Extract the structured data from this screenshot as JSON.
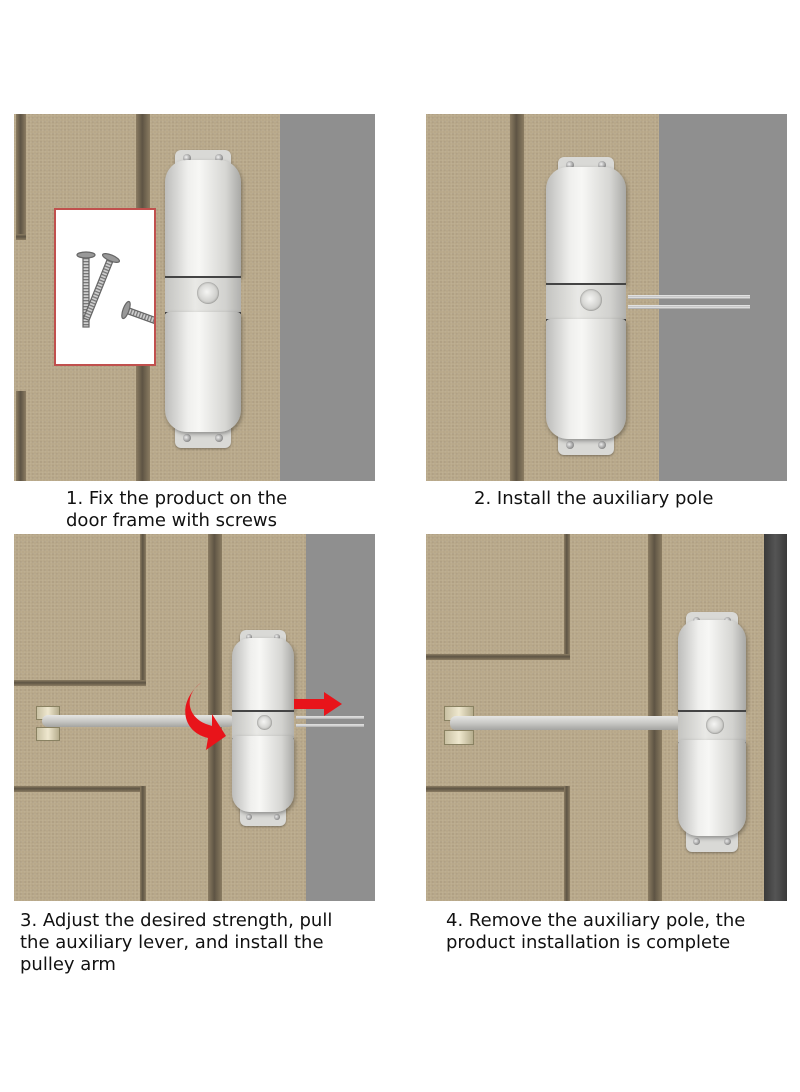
{
  "steps": [
    {
      "number": 1,
      "caption_line1": "1. Fix the product on the",
      "caption_line2": "door frame with screws",
      "inset": "screws-illustration"
    },
    {
      "number": 2,
      "caption_line1": "2. Install the auxiliary pole"
    },
    {
      "number": 3,
      "caption_line1": "3. Adjust the desired strength, pull",
      "caption_line2": "the auxiliary lever, and install the",
      "caption_line3": "pulley arm",
      "annotations": [
        "red-rotate-arrow",
        "red-pull-arrow"
      ]
    },
    {
      "number": 4,
      "caption_line1": "4. Remove the auxiliary pole, the",
      "caption_line2": "product installation is complete"
    }
  ],
  "colors": {
    "door": "#b8a88a",
    "frame": "#8f8f8f",
    "closer": "#e6e6e3",
    "arrow": "#e8141a",
    "inset_border": "#c0504d"
  }
}
